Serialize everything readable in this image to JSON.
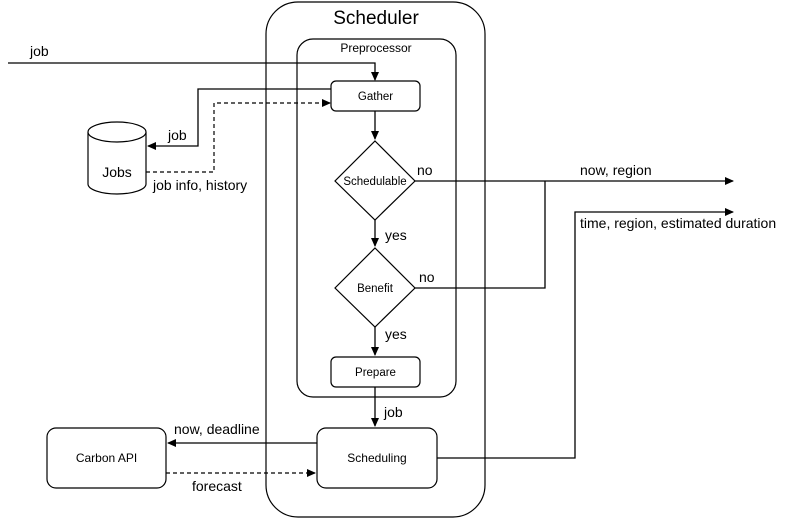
{
  "containers": {
    "scheduler": "Scheduler",
    "preprocessor": "Preprocessor"
  },
  "nodes": {
    "gather": "Gather",
    "schedulable": "Schedulable",
    "benefit": "Benefit",
    "prepare": "Prepare",
    "scheduling": "Scheduling",
    "jobs": "Jobs",
    "carbon_api": "Carbon API"
  },
  "edge_labels": {
    "job_in": "job",
    "job_to_store": "job",
    "job_info_history": "job info, history",
    "schedulable_no": "no",
    "schedulable_yes": "yes",
    "benefit_no": "no",
    "benefit_yes": "yes",
    "prepare_job": "job",
    "now_region": "now, region",
    "time_region_duration": "time, region, estimated duration",
    "now_deadline": "now, deadline",
    "forecast": "forecast"
  }
}
